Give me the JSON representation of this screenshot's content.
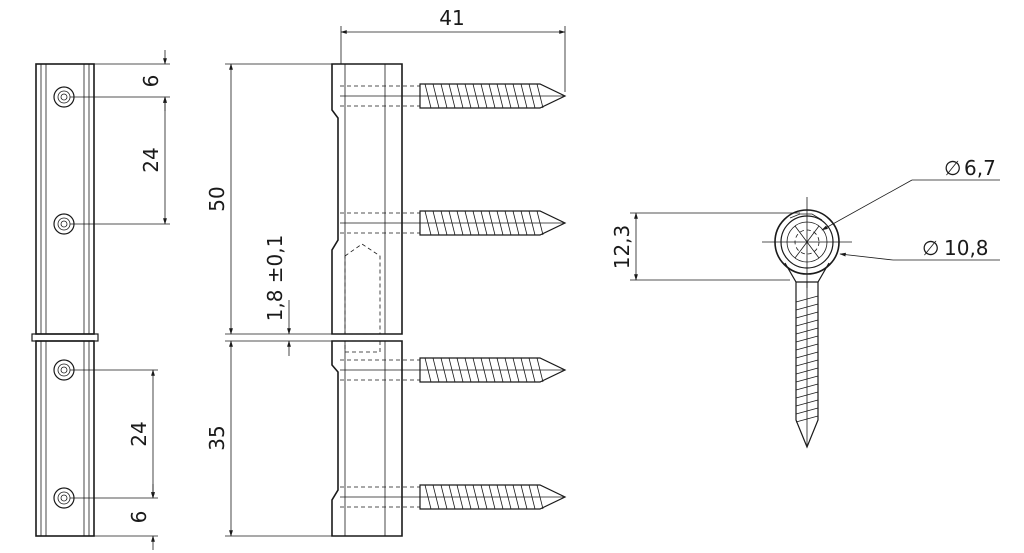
{
  "drawing": {
    "colors": {
      "line": "#1a1a1a",
      "background": "#ffffff"
    },
    "front_view": {
      "dim_top_margin": "6",
      "dim_top_spacing": "24",
      "dim_bottom_spacing": "24",
      "dim_bottom_margin": "6"
    },
    "side_view": {
      "dim_screw_length": "41",
      "dim_upper_height": "50",
      "dim_gap": "1,8 ±0,1",
      "dim_lower_height": "35"
    },
    "end_view": {
      "dim_center_height": "12,3",
      "dim_inner_diameter": "6,7",
      "dim_outer_diameter": "10,8",
      "diameter_symbol": "∅"
    }
  }
}
